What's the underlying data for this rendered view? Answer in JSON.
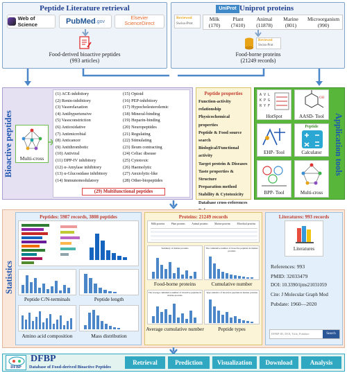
{
  "top_left": {
    "title": "Peptide Literature retrieval",
    "sources": [
      "Web of Science",
      "PubMed",
      ".gov",
      "Elsevier",
      "ScienceDirect"
    ],
    "result_line1": "Food-derived bioactive peptides",
    "result_line2": "(993 articles)"
  },
  "top_right": {
    "title": "Uniprot proteins",
    "uniprot_logo": "UniProt",
    "reviewed": "Reviewed",
    "swissprot": "Swiss-Prot",
    "categories": [
      {
        "name": "Milk",
        "count": "(170)"
      },
      {
        "name": "Plant",
        "count": "(7410)"
      },
      {
        "name": "Animal",
        "count": "(11878)"
      },
      {
        "name": "Marine",
        "count": "(801)"
      },
      {
        "name": "Microorganism",
        "count": "(990)"
      }
    ],
    "result_line1": "Food-borne proteins",
    "result_line2": "(21249 records)"
  },
  "bioactive": {
    "side_label": "Bioactive peptides",
    "multicross_label": "Multi-cross",
    "col1": [
      "(1) ACE-inhibitory",
      "(2) Renin-inhibitory",
      "(3) Vasorelaxation",
      "(4) Antihypertensive",
      "(5) Vasoconstriction",
      "(6) Antioxidative",
      "(7) Antimicrobial",
      "(8) Anticancer",
      "(9) Antithrombotic",
      "(10) Antiviral",
      "(11) DPP-IV inhibitory",
      "(12) α-Amylase inhibitory",
      "(13) α-Glucosidase inhibitory",
      "(14) Immunomodulatory"
    ],
    "col2": [
      "(15) Opioid",
      "(16) PEP-inhibitory",
      "(17) Hypocholesterolemic",
      "(18) Mineral-binding",
      "(19) Heparin-binding",
      "(20) Neuropeptides",
      "(21) Regulating",
      "(22) Stimulating",
      "(23) Ileum contracting",
      "(24) Celiac disease",
      "(25) Cytotoxic",
      "(26) Haemolytic",
      "(27) Anxiolytic-like",
      "(28) Other-biopeptides"
    ],
    "multifunctional": "(29) Multifunctional peptides"
  },
  "properties": {
    "title": "Peptide properties",
    "items": [
      "Function-activity relationship",
      "Physicochemical properties",
      "Peptide & Food source search",
      "Biological/Functional activity",
      "Target protein & Diseases",
      "Taste properties & Structure",
      "Preparation method",
      "Stability & Cytotoxicity",
      "Database cross-references",
      "References"
    ]
  },
  "tools": {
    "side_label": "Application tools",
    "items": [
      "HotSpot",
      "AASD- Tool",
      "EHP- Tool",
      "Calculator",
      "BPP- Tool",
      "Multi-cross"
    ],
    "calc_title": "Peptide"
  },
  "statistics": {
    "side_label": "Statistics",
    "peptides_title": "Peptides: 5987 records, 3808 peptides",
    "peptide_captions": [
      "Peptide C/N-terminals",
      "Peptide length",
      "Amino acid composition",
      "Mass distribution"
    ],
    "proteins_title": "Proteins: 21249 records",
    "protein_captions": [
      "Food-borne proteins",
      "Cumulative number",
      "Average cumulative number",
      "Peptide types"
    ],
    "protein_chart_titles": [
      "Summary of marine proteins",
      "The cumulative number of bioactive peptides in marine proteins",
      "The average cumulative number of bioactive peptides in marine proteins",
      "Type statistics of bioactive peptides in marine proteins"
    ],
    "protein_tabs": [
      "Milk proteins",
      "Plant proteins",
      "Animal proteins",
      "Marine proteins",
      "Microbial proteins"
    ],
    "literatures_title": "Literatures: 993 records",
    "lit_icon_label": "Literatures",
    "lit_lines": [
      "References: 993",
      "PMID: 32033479",
      "DOI: 10.3390/ijms21031059",
      "Cite: J Molecular Graph Mod",
      "Pubdate: 1960—2020"
    ],
    "search_placeholder": "DFBP ID, DOI, Title, Pubdate",
    "search_button": "Search"
  },
  "footer": {
    "brand": "DFBP",
    "brand_small": "DFBP",
    "subtitle": "Database of Food-derived Bioactive Peptides",
    "nav": [
      "Retrieval",
      "Prediction",
      "Visualization",
      "Download",
      "Analysis"
    ]
  },
  "colors": {
    "title_blue": "#1f3f8f",
    "side_blue": "#1e56b0",
    "bio_bg": "#e6e1f2",
    "tools_bg": "#58b73a",
    "nav": "#31a8c1"
  }
}
